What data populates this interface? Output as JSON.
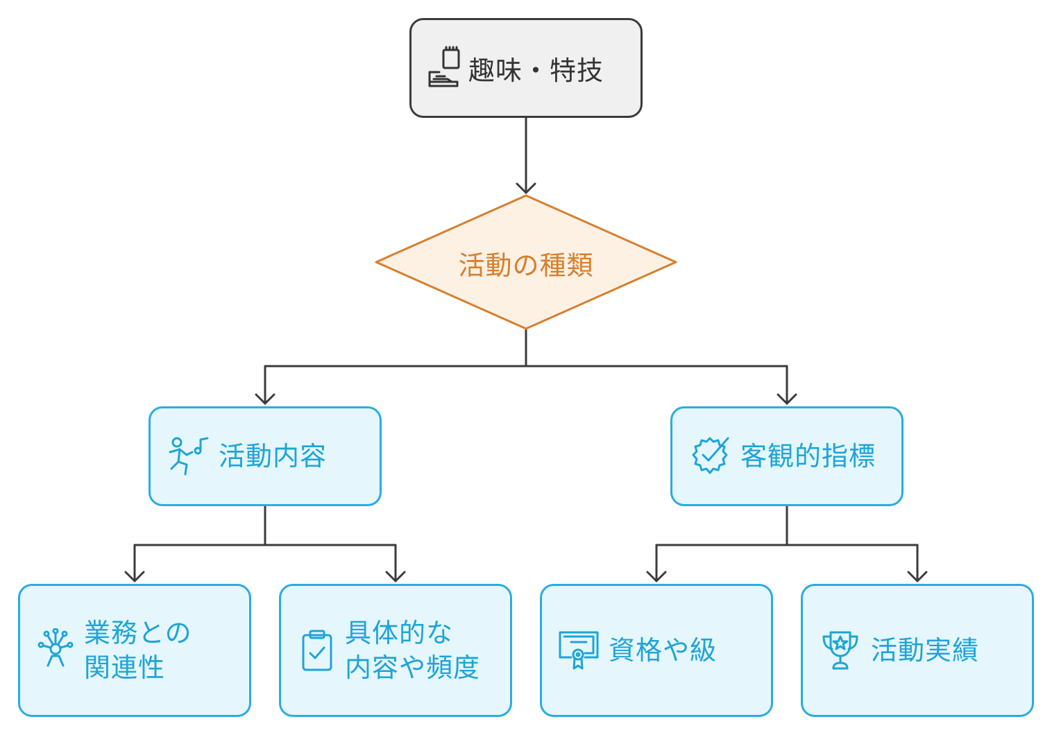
{
  "root": {
    "label": "趣味・特技",
    "icon": "hobby-hand-notepad-icon"
  },
  "decision": {
    "label": "活動の種類",
    "color": "#d67f2e",
    "fill": "#fdf1e4"
  },
  "categories": [
    {
      "label": "活動内容",
      "icon": "dancing-music-icon"
    },
    {
      "label": "客観的指標",
      "icon": "gear-check-icon"
    }
  ],
  "leaves": [
    {
      "label": "業務との\n関連性",
      "icon": "person-network-icon"
    },
    {
      "label": "具体的な\n内容や頻度",
      "icon": "clipboard-check-icon"
    },
    {
      "label": "資格や級",
      "icon": "certificate-icon"
    },
    {
      "label": "活動実績",
      "icon": "trophy-star-icon"
    }
  ],
  "colors": {
    "line": "#3b3b3b",
    "accent": "#29ace0",
    "node_fill": "#e5f7fc",
    "root_fill": "#f0f0f0"
  }
}
